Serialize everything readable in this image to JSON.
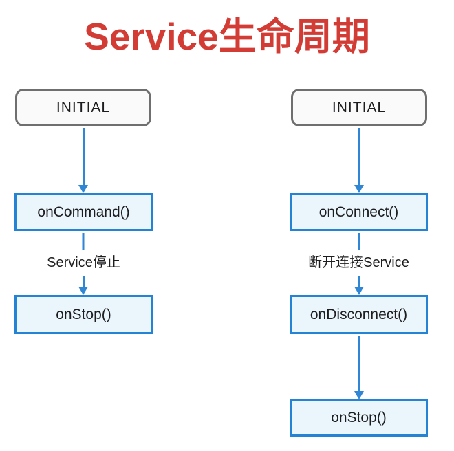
{
  "title": "Service生命周期",
  "colors": {
    "title_color": "#d23c35",
    "arrow_color": "#2e86d5",
    "box_border": "#2583d6",
    "box_fill": "#eaf5fc",
    "initial_border": "#6f6f6f",
    "initial_fill": "#fafafa",
    "text_color": "#1d1d1f"
  },
  "left_flow": {
    "initial_label": "INITIAL",
    "node1_label": "onCommand()",
    "edge_label": "Service停止",
    "node2_label": "onStop()"
  },
  "right_flow": {
    "initial_label": "INITIAL",
    "node1_label": "onConnect()",
    "edge_label": "断开连接Service",
    "node2_label": "onDisconnect()",
    "node3_label": "onStop()"
  }
}
